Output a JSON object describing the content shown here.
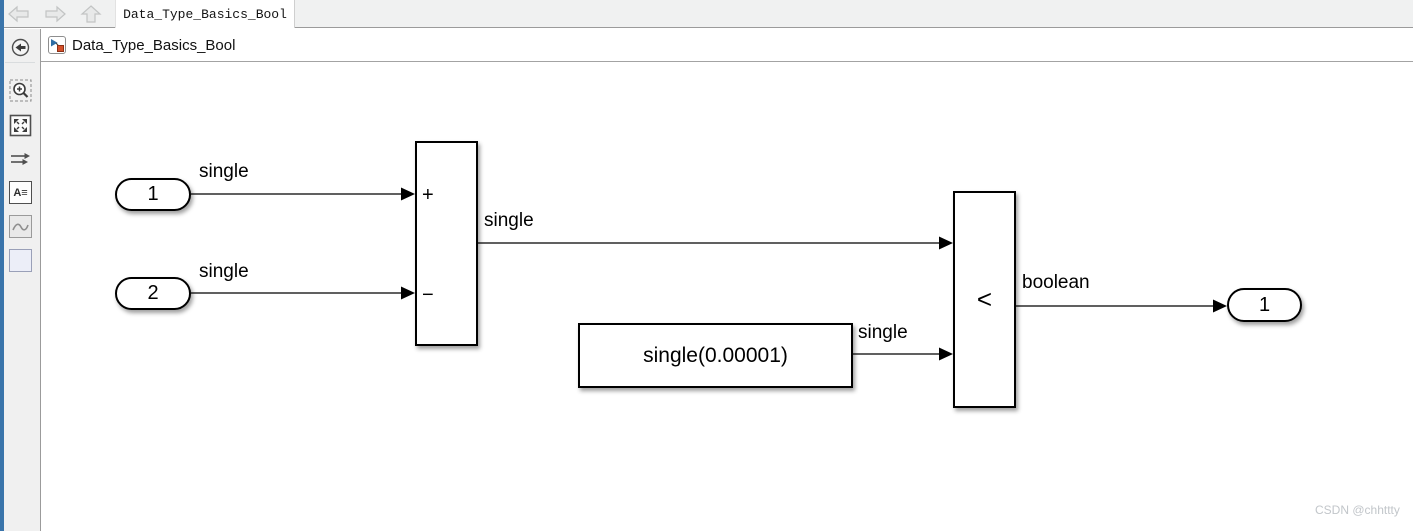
{
  "tab_bar": {
    "tab_label": "Data_Type_Basics_Bool"
  },
  "breadcrumb": {
    "title": "Data_Type_Basics_Bool"
  },
  "sidebar": {
    "annotation_glyph": "A≡"
  },
  "diagram": {
    "blocks": {
      "inport1": {
        "text": "1"
      },
      "inport2": {
        "text": "2"
      },
      "sum": {
        "plus": "+",
        "minus": "−"
      },
      "constant": {
        "text": "single(0.00001)"
      },
      "relational_operator": {
        "operator": "<"
      },
      "outport1": {
        "text": "1"
      }
    },
    "signal_labels": {
      "in1": "single",
      "in2": "single",
      "sum_out": "single",
      "constant_out": "single",
      "relop_out": "boolean"
    }
  },
  "watermark": "CSDN @chhttty",
  "colors": {
    "accent_strip": "#3a74aa",
    "chrome_bg": "#f0f1f1",
    "border": "#9b9b9b",
    "block_border": "#000000",
    "simulink_icon_blue": "#2e6da4",
    "simulink_icon_orange": "#d4502a"
  }
}
